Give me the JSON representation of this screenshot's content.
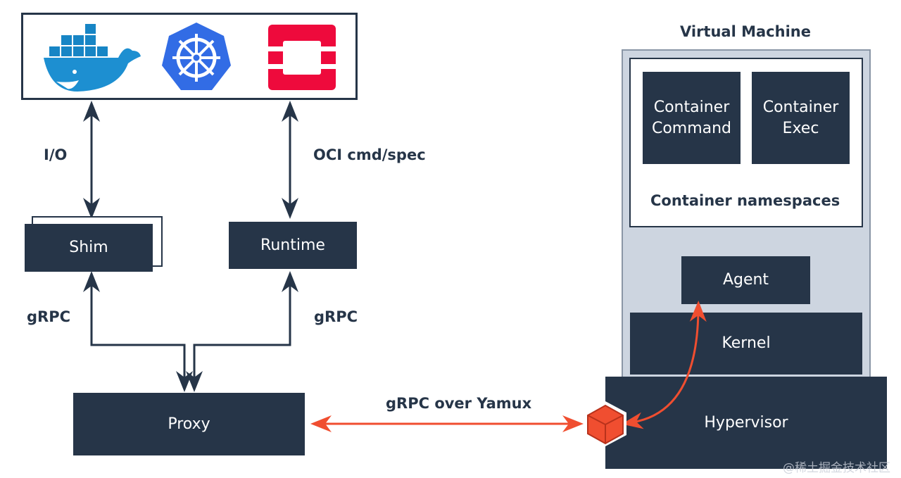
{
  "labels": {
    "io": "I/O",
    "oci": "OCI cmd/spec",
    "grpc_left": "gRPC",
    "grpc_right": "gRPC",
    "grpc_yamux": "gRPC over Yamux",
    "vm_title": "Virtual Machine",
    "namespaces": "Container namespaces"
  },
  "boxes": {
    "shim": "Shim",
    "runtime": "Runtime",
    "proxy": "Proxy",
    "container_command": "Container Command",
    "container_exec": "Container Exec",
    "agent": "Agent",
    "kernel": "Kernel",
    "hypervisor": "Hypervisor"
  },
  "logos": [
    "docker-logo",
    "kubernetes-logo",
    "openshift-logo"
  ],
  "watermark": "@稀土掘金技术社区",
  "colors": {
    "dark": "#263548",
    "accent": "#f04e30",
    "vm_fill": "#cdd5e0",
    "docker": "#1d8fd1",
    "kubernetes": "#326ce5",
    "openshift": "#ee0a3c"
  }
}
